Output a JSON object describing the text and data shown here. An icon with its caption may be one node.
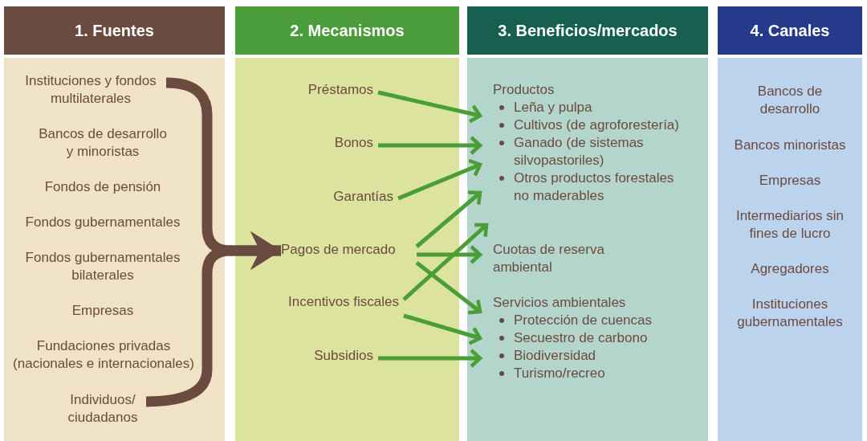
{
  "diagram": {
    "nodes": [
      {
        "text": [
          "1. Fuentes"
        ]
      },
      {
        "text": [],
        "shape": "box"
      },
      {
        "text": [
          "Instituciones y fondos multilaterales"
        ],
        "in": 1
      },
      {
        "text": [
          "Bancos de desarrollo y minoristas"
        ],
        "in": 1
      },
      {
        "text": [
          "Fondos de pensión"
        ],
        "in": 1
      },
      {
        "text": [
          "Fondos gubernamentales"
        ],
        "in": 1
      },
      {
        "text": [
          "Fondos gubernamentales bilaterales"
        ],
        "in": 1
      },
      {
        "text": [
          "Empresas"
        ],
        "in": 1
      },
      {
        "text": [
          "Fundaciones privadas (nacionales e internacionales)"
        ],
        "in": 1
      },
      {
        "text": [
          "Individuos/ ciudadanos"
        ],
        "in": 1
      },
      {
        "text": [
          "2. Mecanismos"
        ]
      },
      {
        "text": [],
        "shape": "box"
      },
      {
        "text": [
          "Préstamos"
        ],
        "in": 11
      },
      {
        "text": [
          "Bonos"
        ],
        "in": 11
      },
      {
        "text": [
          "Garantías"
        ],
        "in": 11
      },
      {
        "text": [
          "Pagos de mercado"
        ],
        "in": 11
      },
      {
        "text": [
          "Incentivos fiscales"
        ],
        "in": 11
      },
      {
        "text": [
          "Subsidios"
        ],
        "in": 11
      },
      {
        "text": [
          "3. Beneficios/mercados"
        ]
      },
      {
        "text": [],
        "shape": "box"
      },
      {
        "text": [
          "Productos",
          "Leña y pulpa",
          "Cultivos (de agroforestería)",
          "Ganado (de sistemas silvopastoriles)",
          "Otros productos forestales no maderables"
        ],
        "in": 19
      },
      {
        "text": [
          "Cuotas de reserva ambiental"
        ],
        "in": 19
      },
      {
        "text": [
          "Servicios ambientales",
          "Protección de cuencas",
          "Secuestro de carbono",
          "Biodiversidad",
          "Turismo/recreo"
        ],
        "in": 19
      },
      {
        "text": [
          "4. Canales"
        ]
      },
      {
        "text": [],
        "shape": "box"
      },
      {
        "text": [
          "Bancos de desarrollo"
        ],
        "in": 24
      },
      {
        "text": [
          "Bancos minoristas"
        ],
        "in": 24
      },
      {
        "text": [
          "Empresas"
        ],
        "in": 24
      },
      {
        "text": [
          "Intermediarios sin fines de lucro"
        ],
        "in": 24
      },
      {
        "text": [
          "Agregadores"
        ],
        "in": 24
      },
      {
        "text": [
          "Instituciones gubernamentales"
        ],
        "in": 24
      }
    ],
    "edges": [
      {
        "from": 2,
        "to": 15,
        "arrow": "to",
        "style": "thick",
        "color": "#6b4a3f"
      },
      {
        "from": 9,
        "to": 15,
        "arrow": "to",
        "style": "thick",
        "color": "#6b4a3f"
      },
      {
        "from": 12,
        "to": 20,
        "arrow": "to"
      },
      {
        "from": 13,
        "to": 20,
        "arrow": "to"
      },
      {
        "from": 14,
        "to": 20,
        "arrow": "to"
      },
      {
        "from": 15,
        "to": 20,
        "arrow": "to"
      },
      {
        "from": 15,
        "to": 21,
        "arrow": "to"
      },
      {
        "from": 15,
        "to": 22,
        "arrow": "to"
      },
      {
        "from": 16,
        "to": 21,
        "arrow": "to"
      },
      {
        "from": 16,
        "to": 22,
        "arrow": "to"
      },
      {
        "from": 17,
        "to": 22,
        "arrow": "to"
      }
    ]
  }
}
